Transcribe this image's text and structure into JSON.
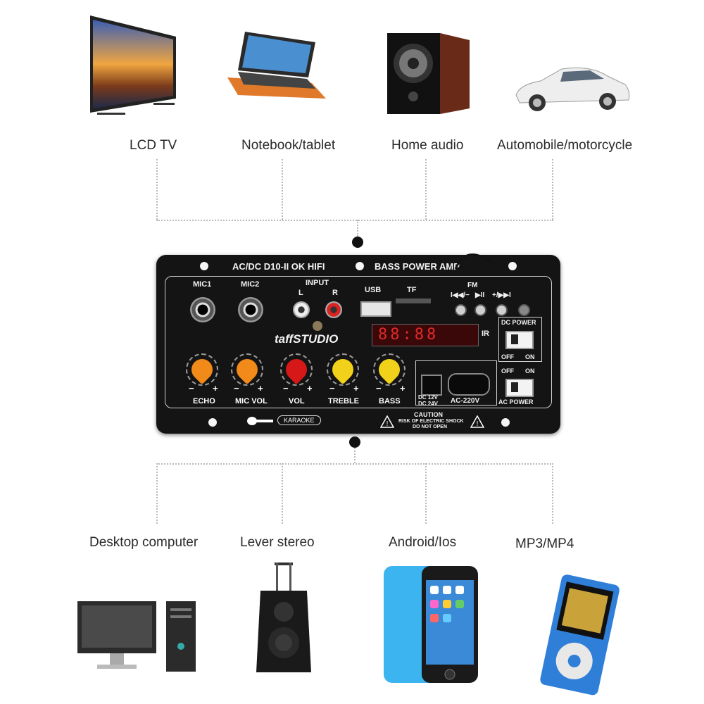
{
  "top_devices": [
    {
      "label": "LCD TV",
      "icon": "tv-icon"
    },
    {
      "label": "Notebook/tablet",
      "icon": "laptop-icon"
    },
    {
      "label": "Home audio",
      "icon": "speaker-icon"
    },
    {
      "label": "Automobile/motorcycle",
      "icon": "car-icon"
    }
  ],
  "bottom_devices": [
    {
      "label": "Desktop computer",
      "icon": "desktop-icon"
    },
    {
      "label": "Lever stereo",
      "icon": "trolley-speaker-icon"
    },
    {
      "label": "Android/Ios",
      "icon": "phone-icon"
    },
    {
      "label": "MP3/MP4",
      "icon": "mp3-player-icon"
    }
  ],
  "amp": {
    "title_left": "AC/DC D10-II OK HIFI",
    "title_right": "BASS POWER AMP",
    "mic1": "MIC1",
    "mic2": "MIC2",
    "input": "INPUT",
    "input_l": "L",
    "input_r": "R",
    "usb": "USB",
    "tf": "TF",
    "fm": "FM",
    "prev": "I◀◀/−",
    "play": "▶II",
    "next": "+/▶▶I",
    "brand": "taffSTUDIO",
    "display": "88:88",
    "ir": "IR",
    "dc_power": "DC POWER",
    "off": "OFF",
    "on": "ON",
    "ac_power": "AC POWER",
    "dc_voltage_1": "DC 12V",
    "dc_voltage_2": "DC 24V",
    "ac_voltage": "AC-220V",
    "knobs": [
      {
        "label": "ECHO",
        "color": "#f28a1a"
      },
      {
        "label": "MIC VOL",
        "color": "#f28a1a"
      },
      {
        "label": "VOL",
        "color": "#d61818"
      },
      {
        "label": "TREBLE",
        "color": "#f2d11a"
      },
      {
        "label": "BASS",
        "color": "#f2d11a"
      }
    ],
    "minus": "−",
    "plus": "+",
    "karaoke": "KARAOKE",
    "caution": "CAUTION",
    "caution_1": "RISK OF ELECTRIC SHOCK",
    "caution_2": "DO NOT OPEN"
  }
}
